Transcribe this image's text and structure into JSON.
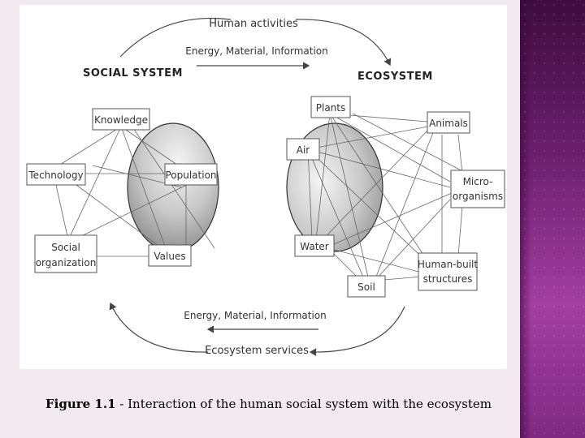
{
  "figure": {
    "social_heading": "SOCIAL SYSTEM",
    "eco_heading": "ECOSYSTEM",
    "top_flow": "Human activities",
    "top_flow_sub": "Energy, Material, Information",
    "bottom_flow": "Ecosystem services",
    "bottom_flow_sub": "Energy, Material, Information",
    "social_nodes": {
      "knowledge": "Knowledge",
      "technology": "Technology",
      "population": "Population",
      "social_org_1": "Social",
      "social_org_2": "organization",
      "values": "Values"
    },
    "eco_nodes": {
      "plants": "Plants",
      "animals": "Animals",
      "air": "Air",
      "micro_1": "Micro-",
      "micro_2": "organisms",
      "water": "Water",
      "human_built_1": "Human-built",
      "human_built_2": "structures",
      "soil": "Soil"
    }
  },
  "caption": {
    "label": "Figure 1.1",
    "text": " - Interaction of the human social system with the ecosystem"
  }
}
